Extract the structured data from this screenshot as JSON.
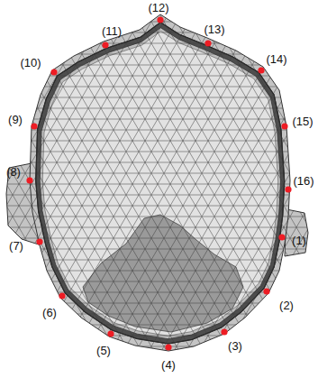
{
  "diagram": {
    "labels": [
      "(1)",
      "(2)",
      "(3)",
      "(4)",
      "(5)",
      "(6)",
      "(7)",
      "(8)",
      "(9)",
      "(10)",
      "(11)",
      "(12)",
      "(13)",
      "(14)",
      "(15)",
      "(16)"
    ]
  }
}
